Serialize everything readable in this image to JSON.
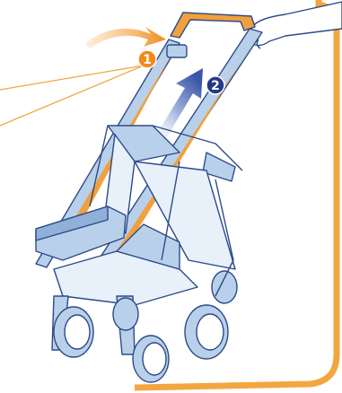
{
  "steps": [
    {
      "number": "1",
      "color": "#f08a1c"
    },
    {
      "number": "2",
      "color": "#233a8c"
    }
  ],
  "colors": {
    "frame_blue": "#b9d0ea",
    "frame_outline": "#2d4a8a",
    "handle_orange": "#f2a03d",
    "border_orange": "#f3a640",
    "skin": "#ffffff"
  },
  "icons": [
    "curved-arrow-icon",
    "straight-arrow-icon",
    "hand-icon",
    "stroller-illustration"
  ]
}
